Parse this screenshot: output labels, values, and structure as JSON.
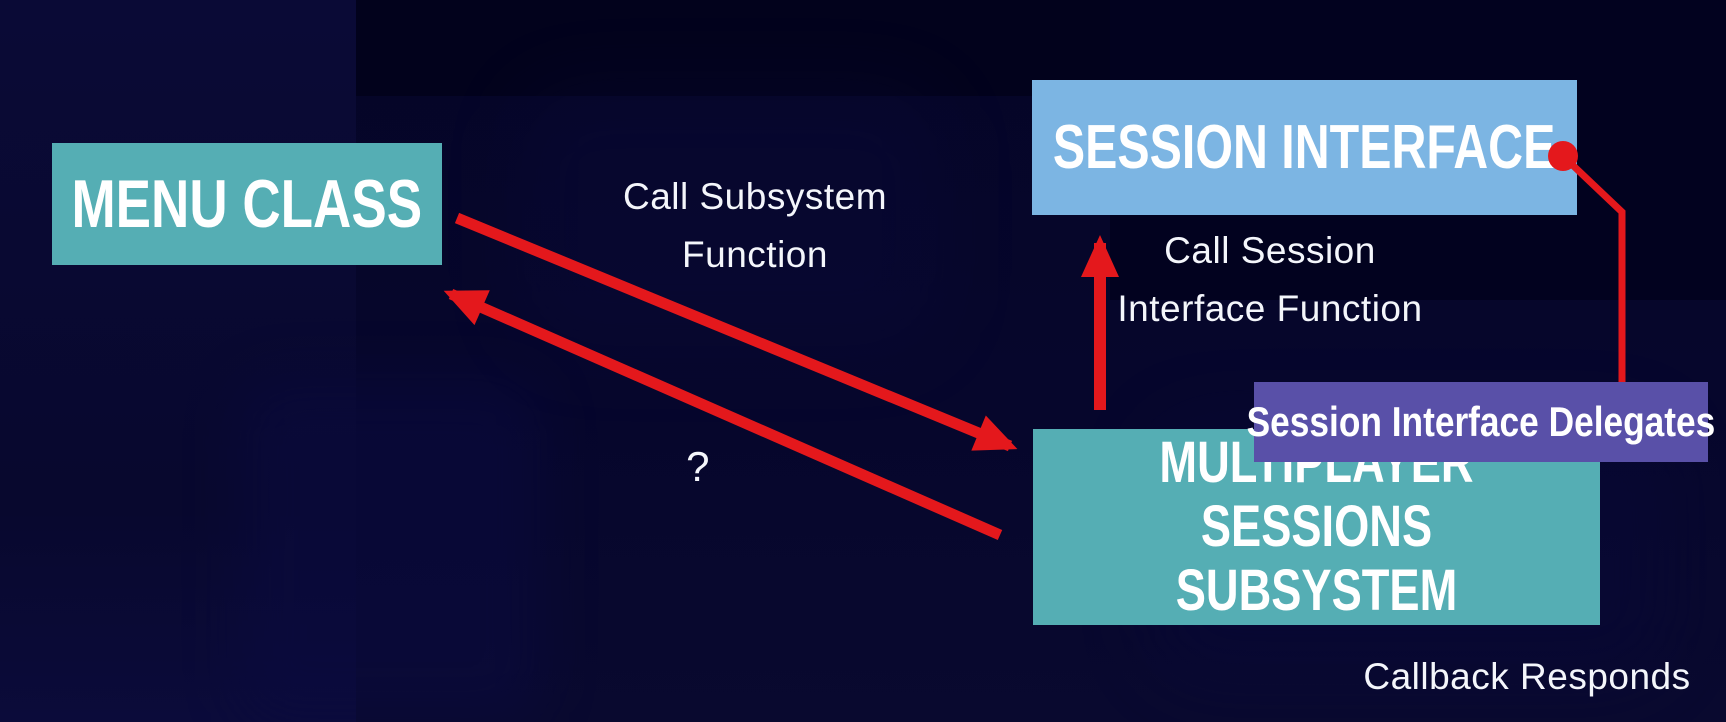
{
  "diagram": {
    "nodes": {
      "menu_class": {
        "label": "MENU CLASS"
      },
      "session_interface": {
        "label": "SESSION INTERFACE"
      },
      "multiplayer_subsystem": {
        "line1": "MULTIPLAYER SESSIONS",
        "line2": "SUBSYSTEM"
      },
      "session_delegates": {
        "label": "Session Interface Delegates"
      }
    },
    "labels": {
      "call_subsystem": {
        "line1": "Call Subsystem",
        "line2": "Function"
      },
      "call_session": {
        "line1": "Call Session",
        "line2": "Interface Function"
      },
      "question": "?",
      "callback": "Callback Responds"
    },
    "edges": [
      {
        "from": "menu_class",
        "to": "multiplayer_subsystem",
        "label": "Call Subsystem Function",
        "direction": "to-subsystem"
      },
      {
        "from": "multiplayer_subsystem",
        "to": "menu_class",
        "label": "?",
        "direction": "to-menu"
      },
      {
        "from": "multiplayer_subsystem",
        "to": "session_interface",
        "label": "Call Session Interface Function",
        "direction": "up"
      },
      {
        "from": "session_interface",
        "to": "session_delegates",
        "label": "Callback Responds",
        "direction": "down-connector"
      }
    ],
    "colors": {
      "background": "#050529",
      "teal": "#55aeb4",
      "light_blue": "#7cb5e3",
      "purple": "#5950a8",
      "red": "#e4181c",
      "text": "#ffffff"
    }
  }
}
